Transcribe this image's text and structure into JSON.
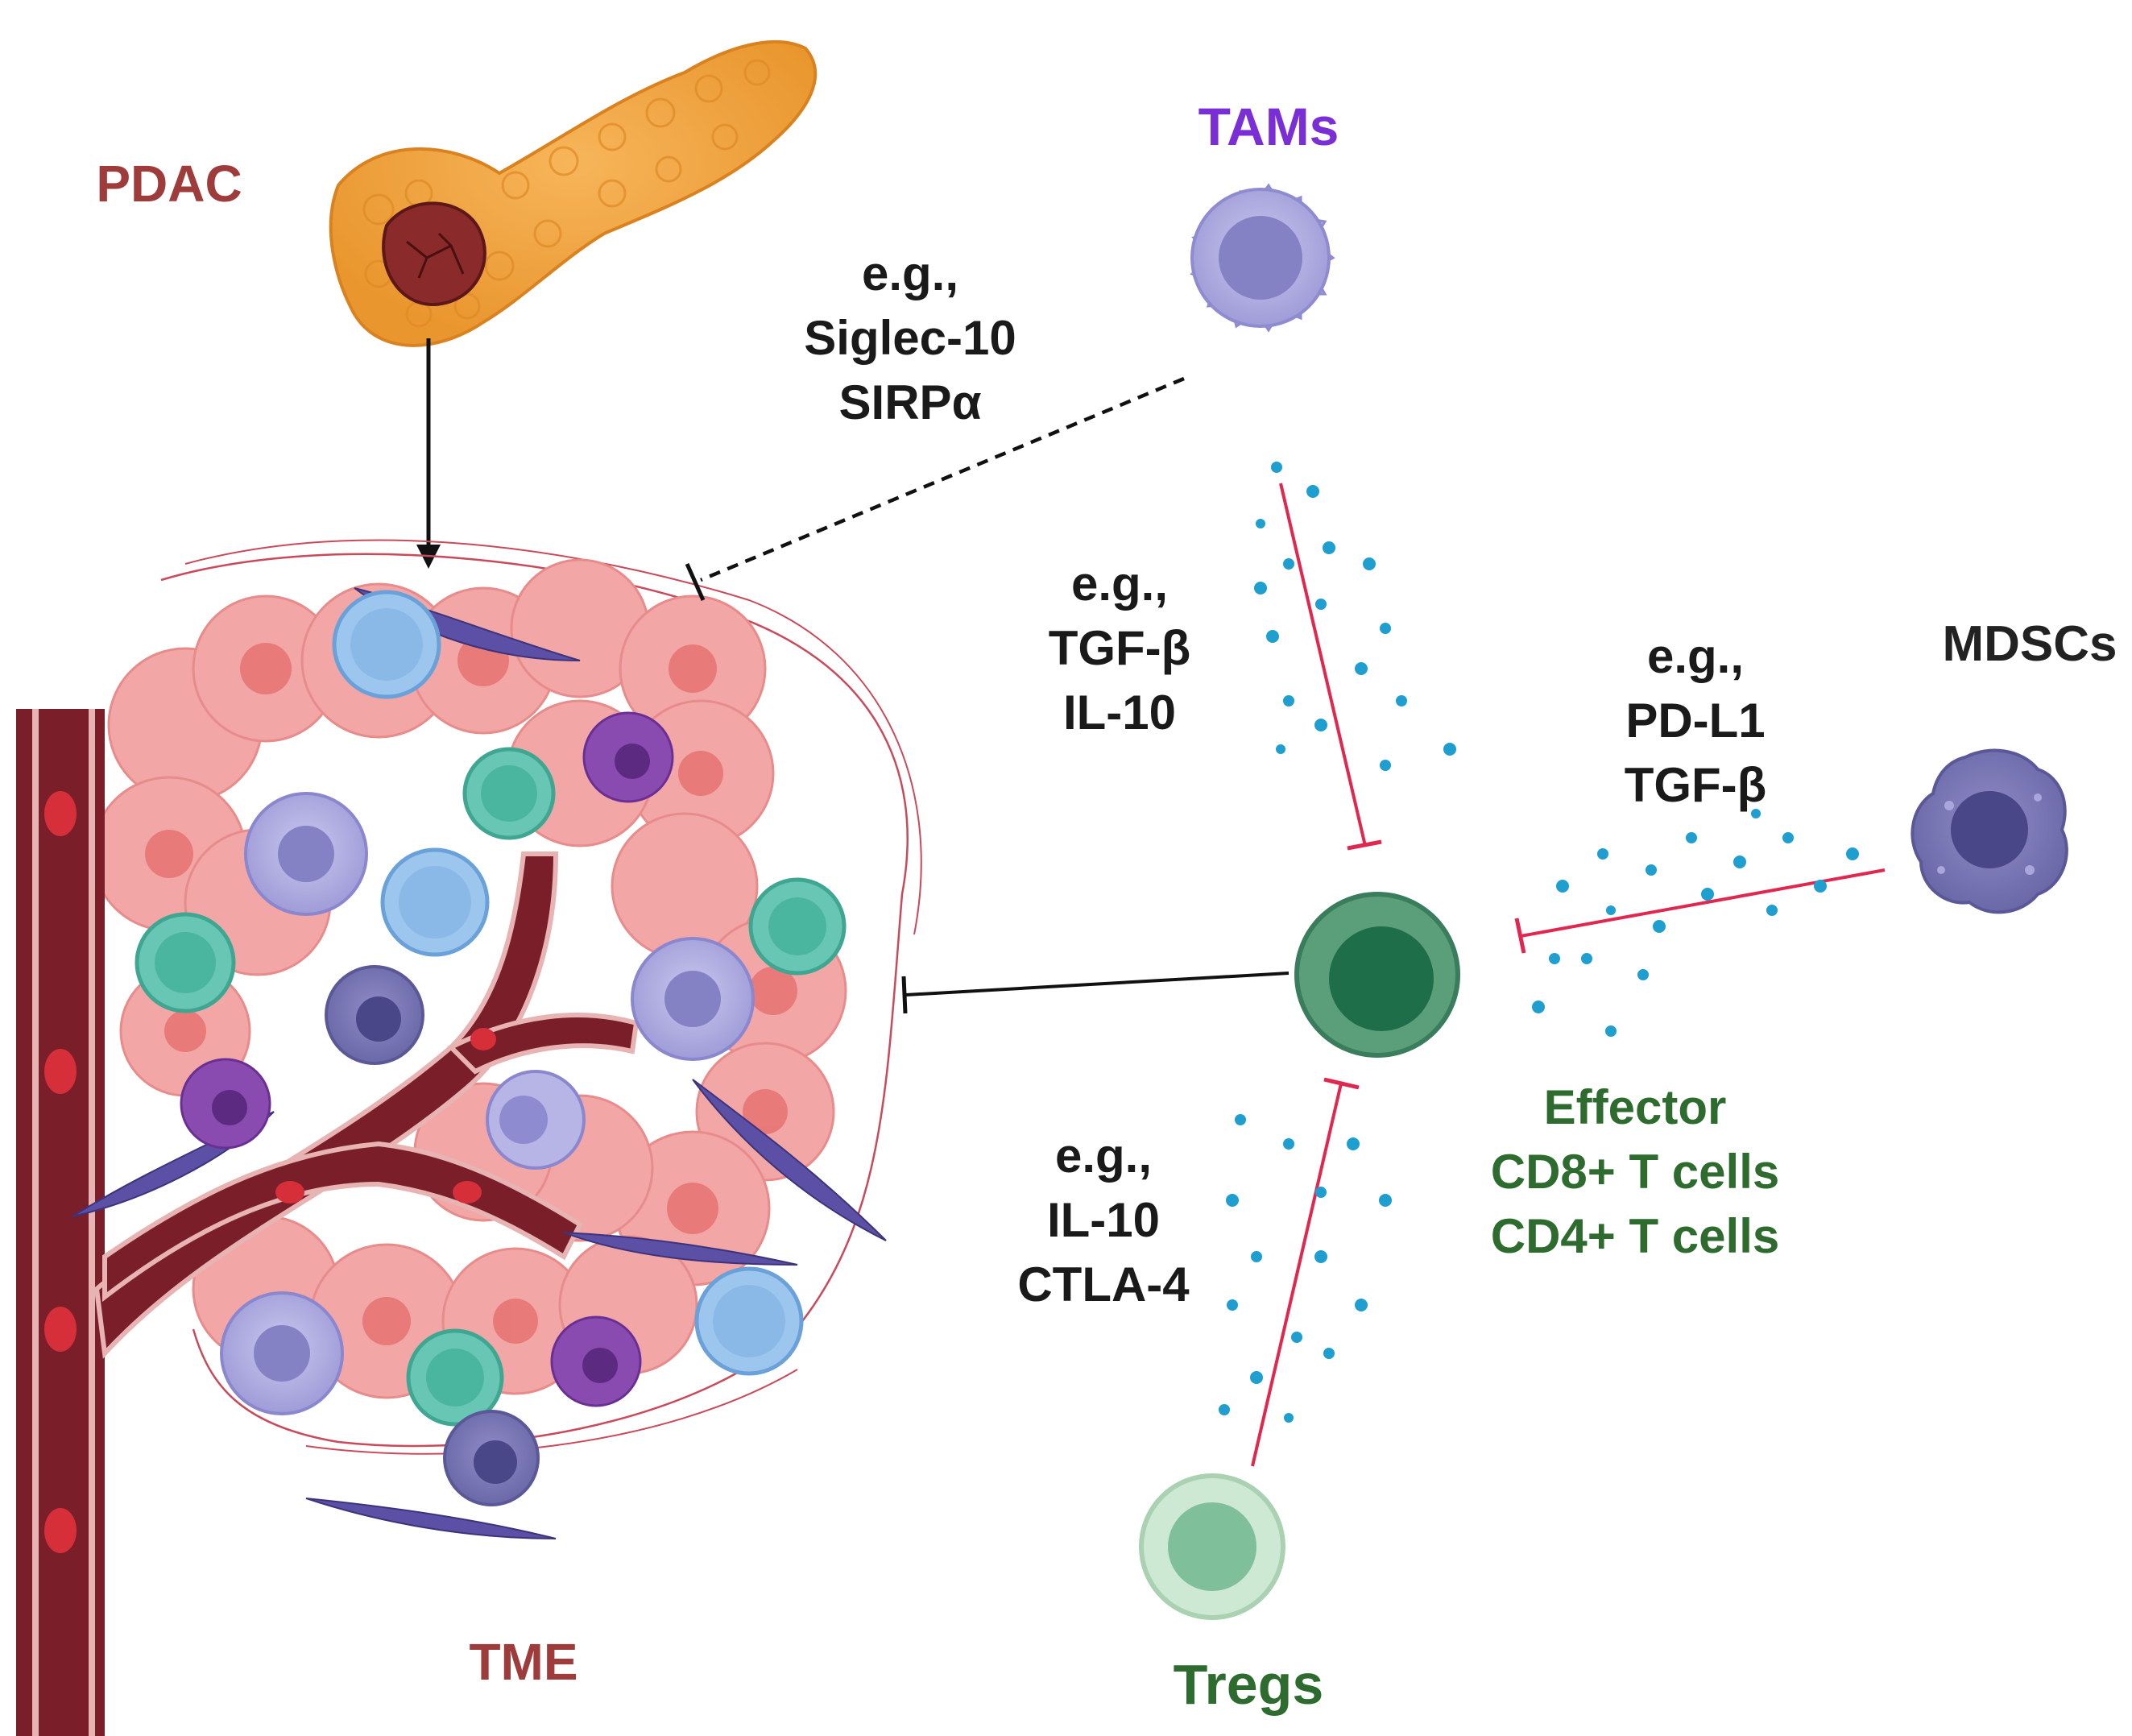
{
  "labels": {
    "pdac": "PDAC",
    "tme": "TME",
    "tams": "TAMs",
    "mdscs": "MDSCs",
    "tregs": "Tregs",
    "effector": [
      "Effector",
      "CD8+ T cells",
      "CD4+ T cells"
    ]
  },
  "mediators": {
    "tam_to_tme": [
      "e.g.,",
      "Siglec-10",
      "SIRPα"
    ],
    "tam_to_effector": [
      "e.g.,",
      "TGF-β",
      "IL-10"
    ],
    "mdsc_to_effector": [
      "e.g.,",
      "PD-L1",
      "TGF-β"
    ],
    "treg_to_effector": [
      "e.g.,",
      "IL-10",
      "CTLA-4"
    ]
  },
  "colors": {
    "pdac": "#9e3b3b",
    "tme": "#9e3b3b",
    "tams": "#7a2fd6",
    "mdscs": "#222222",
    "tregs": "#2e6b2e",
    "effector": "#2e6b2e",
    "mediator_text": "#1a1a1a",
    "inhibit_red": "#e0274f",
    "dots": "#1f9fd0"
  }
}
